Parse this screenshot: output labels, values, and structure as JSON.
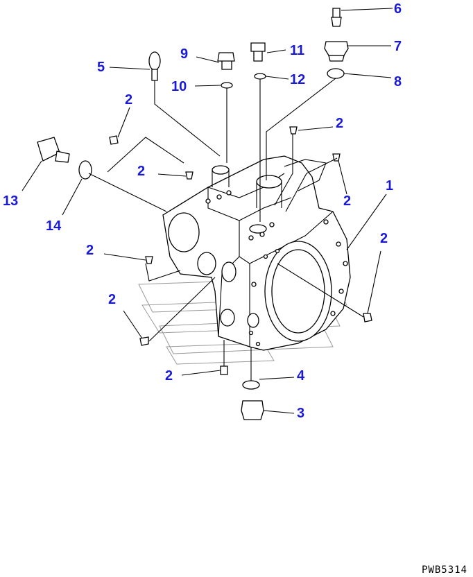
{
  "drawing_code": "PWB5314",
  "callouts": [
    {
      "label": "1"
    },
    {
      "label": "2"
    },
    {
      "label": "2"
    },
    {
      "label": "2"
    },
    {
      "label": "2"
    },
    {
      "label": "2"
    },
    {
      "label": "2"
    },
    {
      "label": "2"
    },
    {
      "label": "2"
    },
    {
      "label": "3"
    },
    {
      "label": "4"
    },
    {
      "label": "5"
    },
    {
      "label": "6"
    },
    {
      "label": "7"
    },
    {
      "label": "8"
    },
    {
      "label": "9"
    },
    {
      "label": "10"
    },
    {
      "label": "11"
    },
    {
      "label": "12"
    },
    {
      "label": "13"
    },
    {
      "label": "14"
    }
  ],
  "colors": {
    "callout": "#1a1ad6",
    "line": "#000000",
    "watermark": "#999999"
  }
}
